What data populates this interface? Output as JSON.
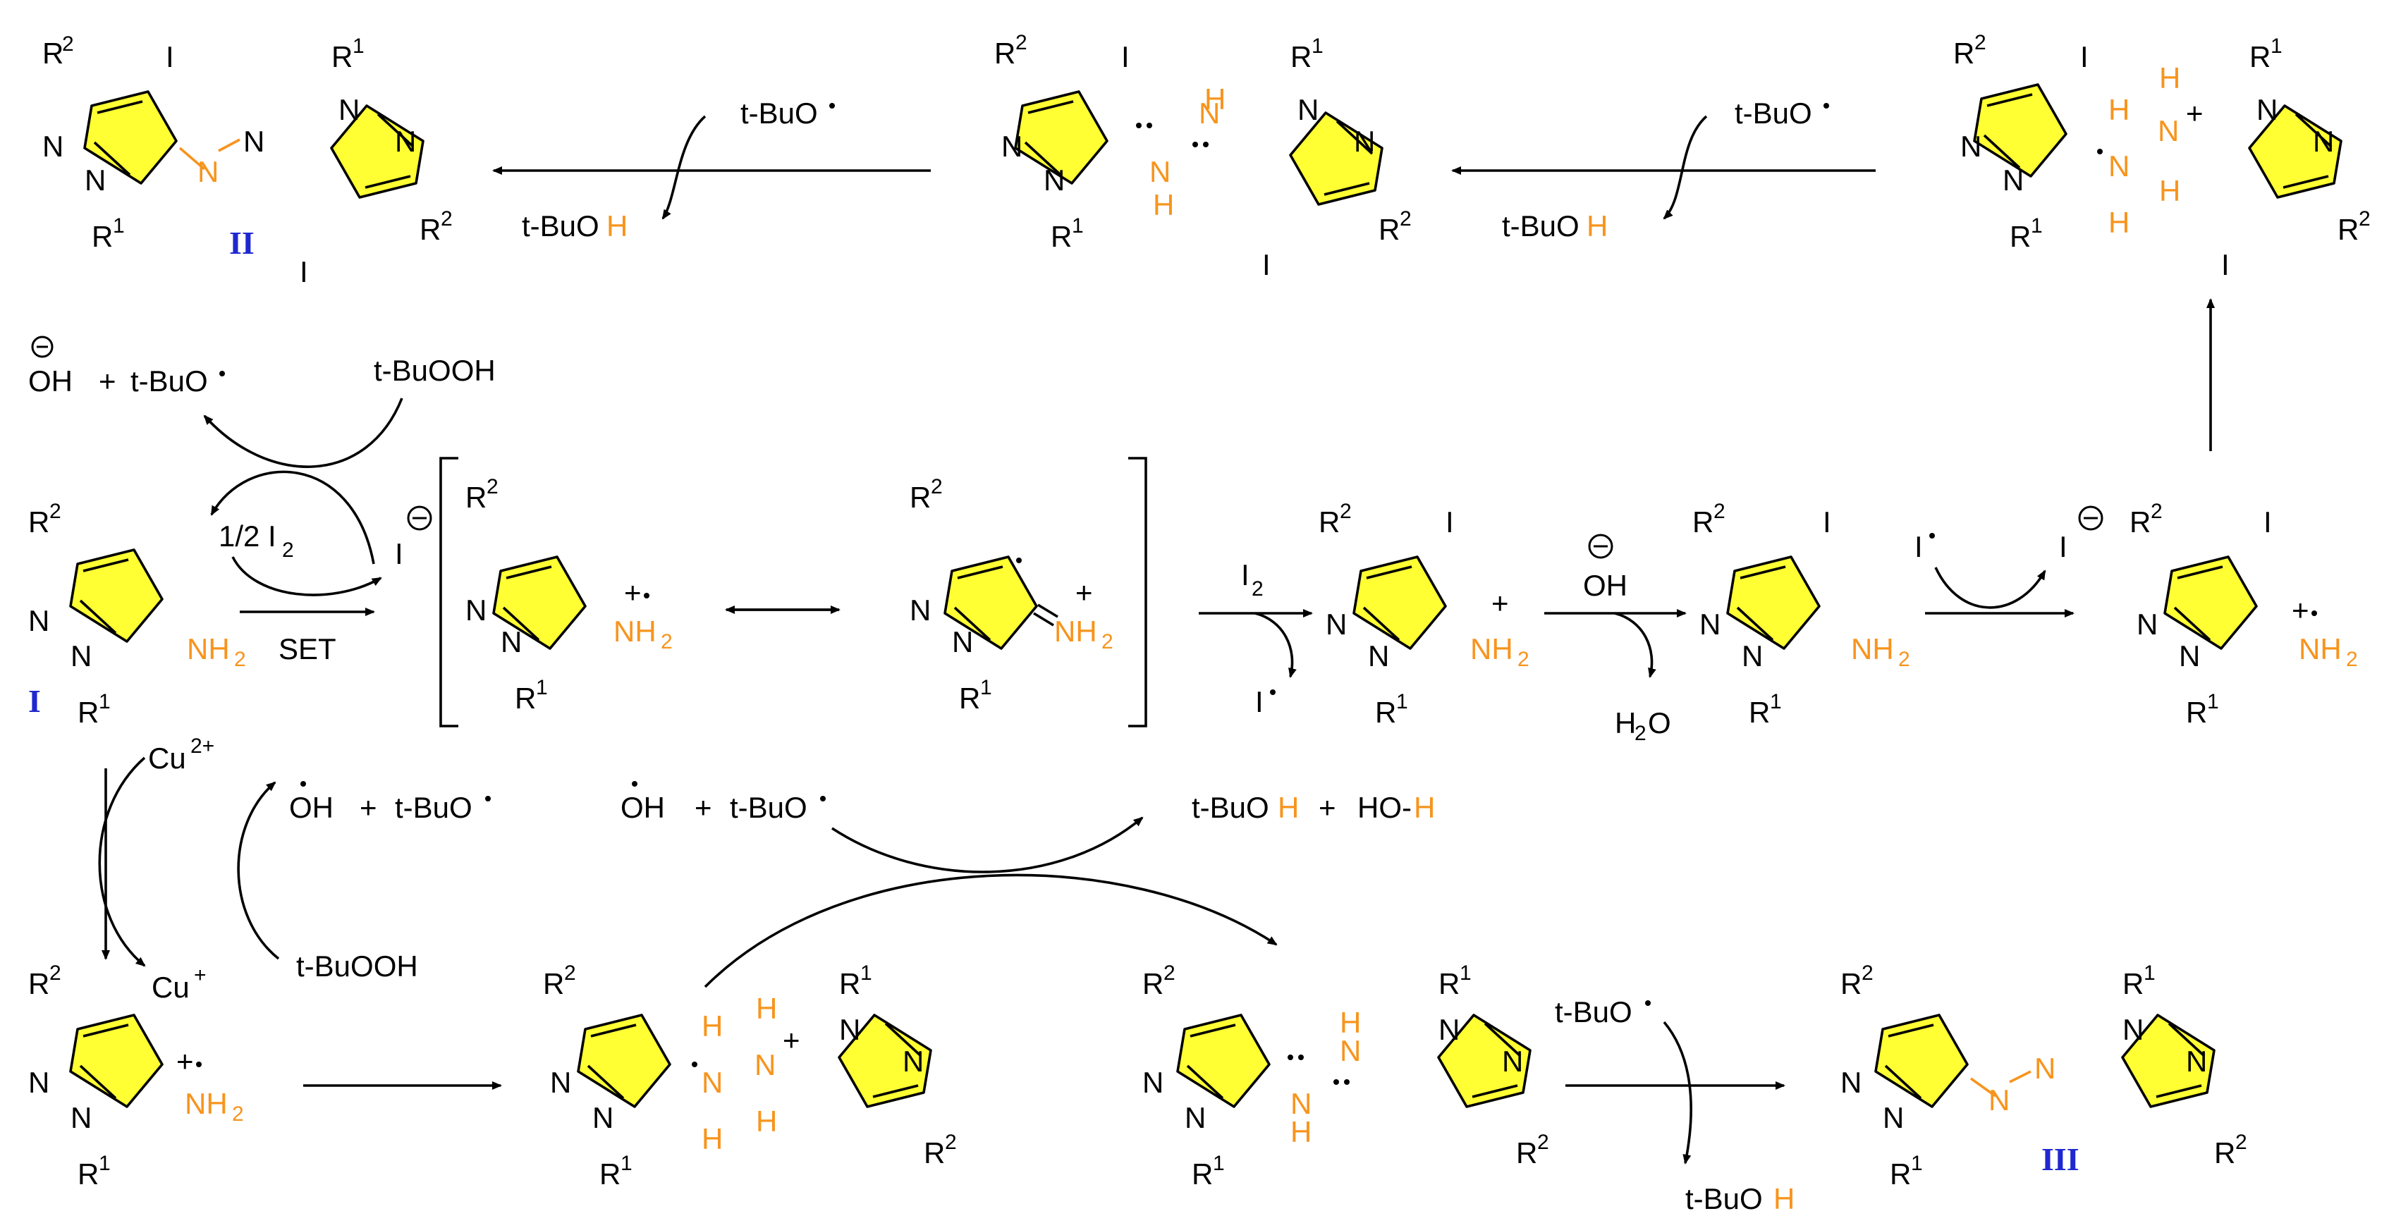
{
  "labels": {
    "cmpd_I": "I",
    "cmpd_II": "II",
    "cmpd_III": "III",
    "tbuo": "t-BuO",
    "tbuoh": "t-BuO",
    "tbuoh_h": "H",
    "tbuooh": "t-BuOOH",
    "hoh": "HO-",
    "h2o": "H",
    "h2o_sub": "2",
    "h2o_o": "O",
    "oh": "OH",
    "plus": "+",
    "half_i2": "1/2 I",
    "i2": "I",
    "i2_sub": "2",
    "set": "SET",
    "cu2": "Cu",
    "cu2_sup": "2+",
    "cu1": "Cu",
    "cu1_sup": "+",
    "iodide": "I",
    "iodine_radical": "I",
    "minus": "−"
  },
  "atoms": {
    "R": "R",
    "sup1": "1",
    "sup2": "2",
    "N": "N",
    "I": "I",
    "NH": "NH",
    "H": "H",
    "sub2": "2"
  }
}
